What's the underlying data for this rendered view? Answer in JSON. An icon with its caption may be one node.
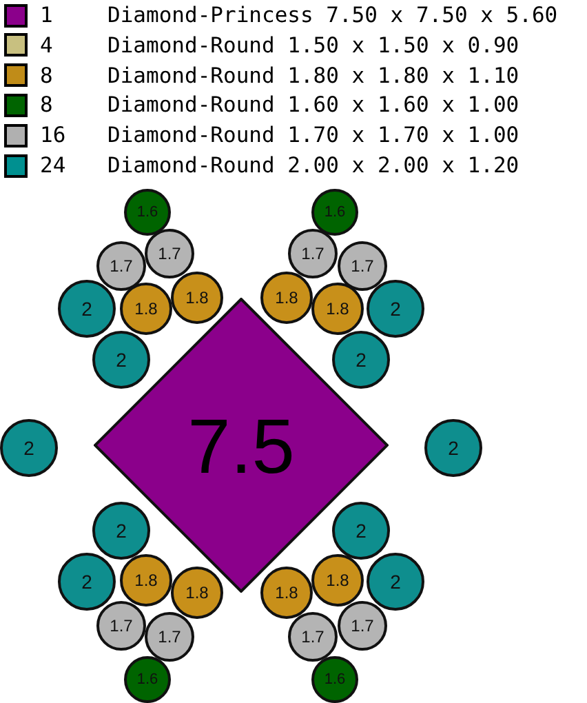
{
  "diagram": {
    "nodes": [
      {
        "text": [
          "1.6"
        ]
      },
      {
        "text": [
          "1.6"
        ]
      },
      {
        "text": [
          "1.7"
        ]
      },
      {
        "text": [
          "1.7"
        ]
      },
      {
        "text": [
          "1.7"
        ]
      },
      {
        "text": [
          "1.7"
        ]
      },
      {
        "text": [
          "1.8"
        ]
      },
      {
        "text": [
          "1.8"
        ]
      },
      {
        "text": [
          "2"
        ]
      },
      {
        "text": [
          "1.8"
        ]
      },
      {
        "text": [
          "1.8"
        ]
      },
      {
        "text": [
          "2"
        ]
      },
      {
        "text": [
          "2"
        ]
      },
      {
        "text": [
          "2"
        ]
      },
      {
        "text": [
          "2"
        ]
      },
      {
        "text": [
          "7.5"
        ]
      },
      {
        "text": [
          "2"
        ]
      },
      {
        "text": [
          "2"
        ]
      },
      {
        "text": [
          "2"
        ]
      },
      {
        "text": [
          "2"
        ]
      },
      {
        "text": [
          "1.8"
        ]
      },
      {
        "text": [
          "1.8"
        ]
      },
      {
        "text": [
          "2"
        ]
      },
      {
        "text": [
          "1.8"
        ]
      },
      {
        "text": [
          "1.8"
        ]
      },
      {
        "text": [
          "1.7"
        ]
      },
      {
        "text": [
          "1.7"
        ]
      },
      {
        "text": [
          "1.7"
        ]
      },
      {
        "text": [
          "1.7"
        ]
      },
      {
        "text": [
          "1.6"
        ]
      },
      {
        "text": [
          "1.6"
        ]
      }
    ],
    "labels": [
      "1",
      "4",
      "8",
      "8",
      "16",
      "24"
    ],
    "legend": [
      {
        "text": "Diamond-Princess 7.50 x 7.50 x 5.60",
        "color": "#8b008b"
      },
      {
        "text": "Diamond-Round 1.50 x 1.50 x 0.90",
        "color": "#c8c080"
      },
      {
        "text": "Diamond-Round 1.80 x 1.80 x 1.10",
        "color": "#c08c18"
      },
      {
        "text": "Diamond-Round 1.60 x 1.60 x 1.00",
        "color": "#006400"
      },
      {
        "text": "Diamond-Round 1.70 x 1.70 x 1.00",
        "color": "#b0b0b0"
      },
      {
        "text": "Diamond-Round 2.00 x 2.00 x 1.20",
        "color": "#009090"
      }
    ]
  }
}
